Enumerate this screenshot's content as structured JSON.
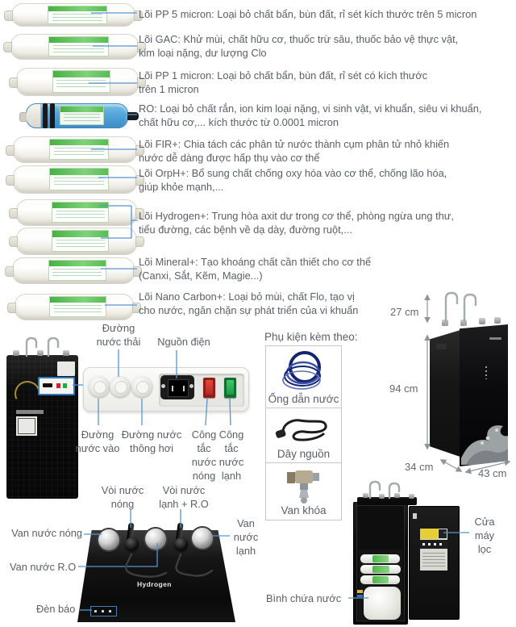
{
  "filters": [
    {
      "id": "pp5",
      "label_text": "Lõi PP 5 micron: Loại bỏ chất bẩn, bùn đất, rỉ sét kích thước trên 5 micron"
    },
    {
      "id": "gac",
      "label_text": "Lõi GAC: Khử mùi, chất hữu cơ, thuốc trừ sâu, thuốc bảo vệ thực vật,\nkim loại nặng, dư lượng Clo"
    },
    {
      "id": "pp1",
      "label_text": "Lõi PP 1 micron: Loại bỏ chất bẩn, bùn đất, rỉ sét có kích thước\ntrên 1 micron"
    },
    {
      "id": "ro",
      "label_text": "RO: Loại bỏ chất rắn, ion kim loại nặng, vi sinh vật, vi khuẩn, siêu vi khuẩn,\nchất hữu cơ,... kích thước từ 0.0001 micron"
    },
    {
      "id": "fir",
      "label_text": "Lõi FIR+: Chia tách các phân tử nước thành cụm phân tử nhỏ khiến\nnước dễ dàng được hấp thụ vào cơ thể"
    },
    {
      "id": "orph",
      "label_text": "Lõi OrpH+: Bổ sung chất chống oxy hóa vào cơ thể, chống lão hóa,\ngiúp khỏe mạnh,..."
    },
    {
      "id": "hydrogen",
      "label_text": "Lõi Hydrogen+: Trung hòa axit dư trong cơ thể, phòng ngừa ung thư,\ntiểu đường, các bệnh về dạ dày, đường ruột,..."
    },
    {
      "id": "mineral",
      "label_text": "Lõi Mineral+: Tạo khoáng chất cần thiết cho cơ thể\n(Canxi, Sắt, Kẽm, Magie...)"
    },
    {
      "id": "nano",
      "label_text": "Lõi Nano Carbon+: Loại bỏ mùi, chất Flo, tạo vị\ncho nước, ngăn chặn sự phát triển của vi khuẩn"
    }
  ],
  "connection_panel": {
    "waste": "Đường\nnước thải",
    "power": "Nguồn điện",
    "inlet": "Đường\nnước vào",
    "vent": "Đường nước\nthông hơi",
    "hot_switch": "Công\ntắc\nnước\nnóng",
    "cold_switch": "Công\ntắc\nnước\nlạnh"
  },
  "accessories": {
    "title": "Phụ kiện kèm theo:",
    "items": [
      {
        "label": "Ống dẫn nước"
      },
      {
        "label": "Dây nguồn"
      },
      {
        "label": "Van khóa"
      }
    ]
  },
  "dimensions": {
    "faucet_height": "27 cm",
    "height": "94 cm",
    "depth": "34 cm",
    "width": "43 cm"
  },
  "top_view": {
    "hot_faucet": "Vòi nước\nnóng",
    "cold_ro_faucet": "Vòi nước\nlạnh + R.O",
    "hot_valve": "Van nước nóng",
    "ro_valve": "Van nước R.O",
    "cold_valve": "Van\nnước\nlạnh",
    "indicator": "Đèn báo",
    "brand": "Hydrogen"
  },
  "open_view": {
    "door": "Cửa\nmáy\nlọc",
    "tank": "Bình chứa nước"
  },
  "colors": {
    "leader_blue": "#5894ce",
    "text_gray": "#5a6066",
    "filter_green": "#4eb649",
    "ro_blue": "#4fa3d9",
    "switch_red": "#cf3a30",
    "switch_green": "#2fae4f",
    "machine_black": "#121212"
  }
}
